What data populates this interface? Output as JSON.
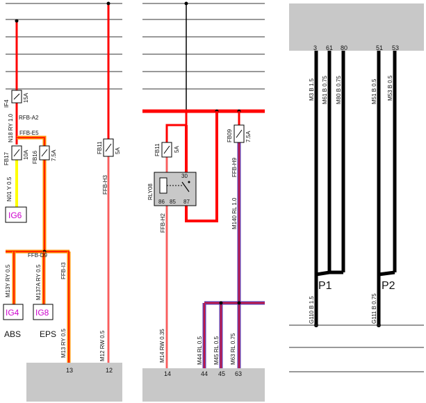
{
  "colors": {
    "red": "#ff0000",
    "black": "#000000",
    "orange": "#ff8c00",
    "yellow": "#ffff00",
    "pink": "#f7b8b8",
    "blue_violet": "#6a3ba6",
    "ground_gray": "#c8c8c8",
    "magenta": "#cc00cc"
  },
  "panel1": {
    "fuses": [
      {
        "id": "IF4",
        "rating": "15A"
      },
      {
        "id": "FB17",
        "rating": "10A"
      },
      {
        "id": "FB16",
        "rating": "7.5A"
      },
      {
        "id": "FB11",
        "rating": "5A"
      }
    ],
    "wires": {
      "rfb_a2": "RFB-A2",
      "n18": "N18 RY 1.0",
      "ffb_e5": "FFB-E5",
      "n01": "N01 Y 0.5",
      "ffb_h3": "FFB-H3",
      "ffb_d9": "FFB-D9",
      "ffb_i3": "FFB-I3",
      "m13y": "M13Y RY 0.5",
      "m137a": "M137A RY 0.5",
      "m13": "M13 RY 0.5",
      "m12": "M12 RW 0.5"
    },
    "connectors": [
      "IG6",
      "IG4",
      "IG8"
    ],
    "devices": {
      "abs": "ABS",
      "eps": "EPS"
    },
    "pins": [
      "13",
      "12"
    ]
  },
  "panel2": {
    "fuses": [
      {
        "id": "FB11",
        "rating": "5A"
      },
      {
        "id": "FB09",
        "rating": "7.5A"
      }
    ],
    "relay": {
      "id": "RLY08",
      "pins": [
        "30",
        "86",
        "85",
        "87"
      ]
    },
    "wires": {
      "ffb_h2": "FFB-H2",
      "ffb_h9": "FFB-H9",
      "m140": "M140 RL 1.0",
      "m14": "M14 RW 0.35",
      "m44": "M44 RL 0.5",
      "m45": "M45 RL 0.5",
      "m63": "M63 RL 0.75"
    },
    "pins": [
      "14",
      "44",
      "45",
      "63"
    ]
  },
  "panel3": {
    "top_pins": [
      "3",
      "61",
      "80",
      "51",
      "53"
    ],
    "wires": {
      "m3": "M3 B 1.5",
      "m61": "M61 B 0.75",
      "m80": "M80 B 0.75",
      "m51": "M51 B 0.5",
      "m53": "M53 B 0.5",
      "g110": "G110 B 1.5",
      "g111": "G111 B 0.75"
    },
    "splices": [
      "P1",
      "P2"
    ]
  }
}
